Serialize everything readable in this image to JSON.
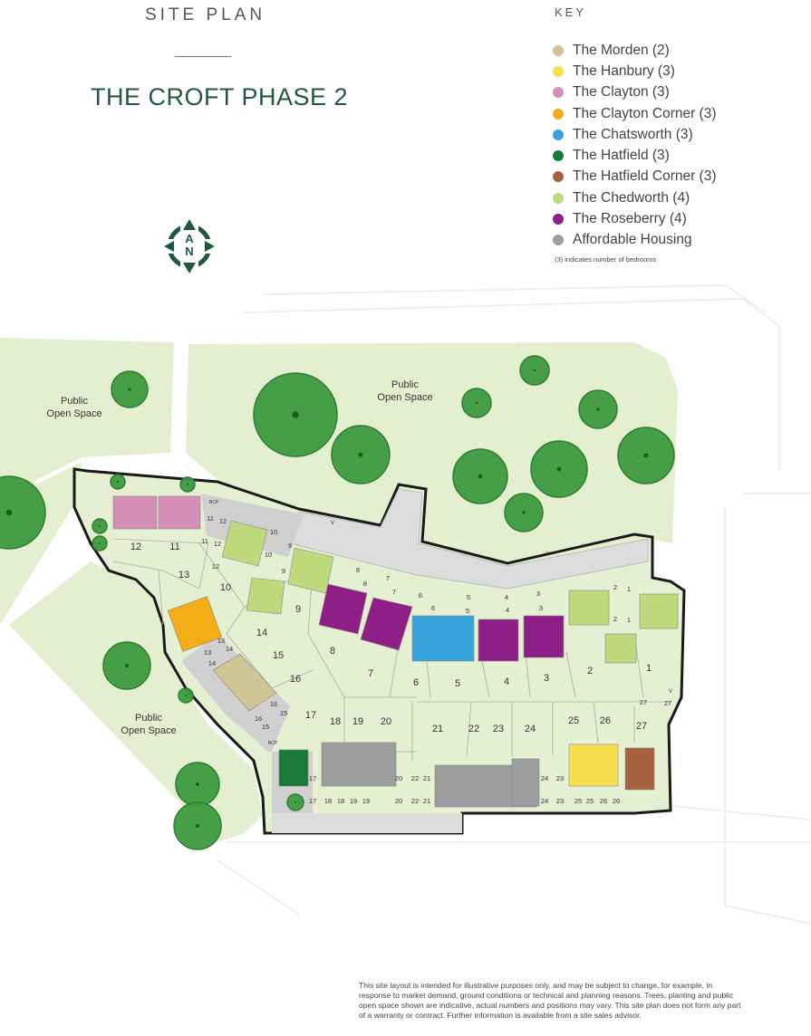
{
  "header": {
    "label": "SITE PLAN",
    "title": "THE CROFT PHASE 2"
  },
  "compass": {
    "letters": [
      "A",
      "N"
    ]
  },
  "key": {
    "title": "KEY",
    "items": [
      {
        "label": "The Morden (2)",
        "color": "#cfc494"
      },
      {
        "label": "The Hanbury (3)",
        "color": "#f7e04f"
      },
      {
        "label": "The Clayton (3)",
        "color": "#d68fb6"
      },
      {
        "label": "The Clayton Corner (3)",
        "color": "#f4ac17"
      },
      {
        "label": "The Chatsworth (3)",
        "color": "#3aa5dd"
      },
      {
        "label": "The Hatfield (3)",
        "color": "#1a7a3c"
      },
      {
        "label": "The Hatfield Corner (3)",
        "color": "#a8613d"
      },
      {
        "label": "The Chedworth (4)",
        "color": "#bfd97d"
      },
      {
        "label": "The Roseberry (4)",
        "color": "#8e1f87"
      },
      {
        "label": "Affordable Housing",
        "color": "#9d9d9d"
      }
    ],
    "note": "(3) indicates number of bedrooms"
  },
  "open_spaces": [
    {
      "line1": "Public",
      "line2": "Open Space"
    },
    {
      "line1": "Public",
      "line2": "Open Space"
    },
    {
      "line1": "Public",
      "line2": "Open Space"
    }
  ],
  "plots": [
    "1",
    "2",
    "3",
    "4",
    "5",
    "6",
    "7",
    "8",
    "9",
    "10",
    "11",
    "12",
    "13",
    "14",
    "15",
    "16",
    "17",
    "18",
    "19",
    "20",
    "21",
    "22",
    "23",
    "24",
    "25",
    "26",
    "27"
  ],
  "parking": [
    "12",
    "11",
    "12",
    "11",
    "12",
    "10",
    "9",
    "10",
    "9",
    "8",
    "8",
    "7",
    "7",
    "6",
    "6",
    "5",
    "5",
    "4",
    "4",
    "3",
    "3",
    "2",
    "1",
    "2",
    "1",
    "13",
    "14",
    "13",
    "14",
    "16",
    "15",
    "16",
    "15",
    "17",
    "17",
    "18",
    "18",
    "19",
    "19",
    "20",
    "20",
    "22",
    "21",
    "22",
    "21",
    "24",
    "23",
    "24",
    "23",
    "25",
    "25",
    "26",
    "26",
    "27",
    "27"
  ],
  "bcp": [
    "BCP",
    "BCP"
  ],
  "visitor": [
    "V",
    "V",
    "V",
    "V"
  ],
  "disclaimer": "This site layout is intended for illustrative purposes only, and may be subject to change, for example, in response to market demand, ground conditions or technical and planning reasons. Trees, planting and public open space shown are indicative, actual numbers and positions may vary. This site plan does not form any part of a warranty or contract. Further information is available from a site sales advisor."
}
